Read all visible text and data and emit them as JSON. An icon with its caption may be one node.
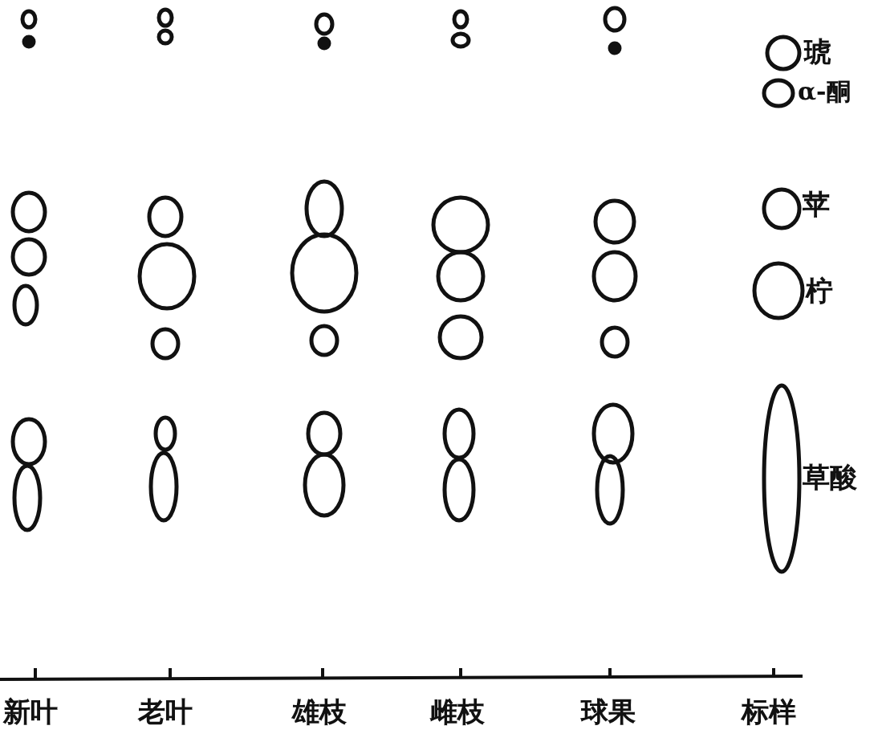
{
  "diagram": {
    "labels": [
      "琥",
      "α-酮",
      "苹",
      "柠",
      "草酸",
      "新叶",
      "老叶",
      "雄枝",
      "雌枝",
      "球果",
      "标样"
    ]
  }
}
